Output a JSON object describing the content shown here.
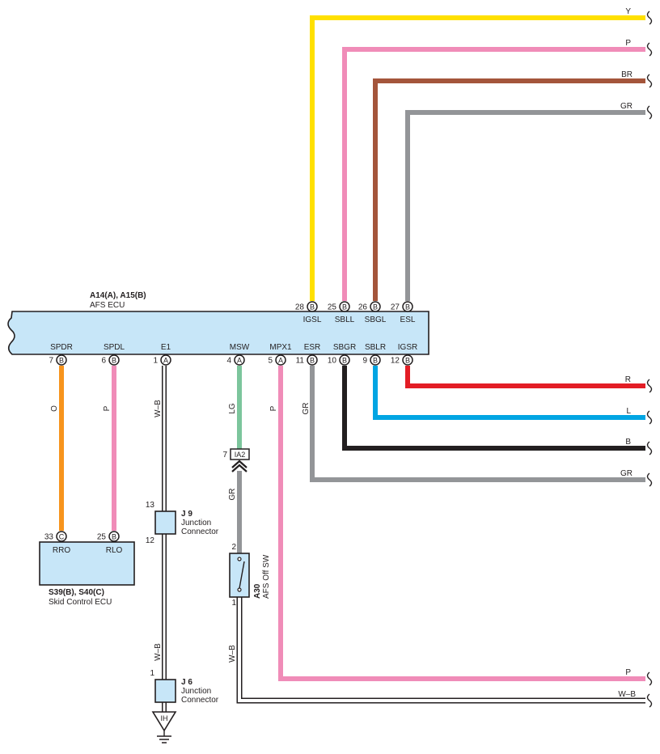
{
  "colors": {
    "ecu_fill": "#c7e6f8",
    "Y": "#ffe000",
    "P": "#f08cb8",
    "BR": "#a4553b",
    "GR": "#939598",
    "R": "#e31d25",
    "L": "#00a5e3",
    "B": "#231f20",
    "O": "#f7941d",
    "LG": "#7cc59c",
    "WB": "#231f20"
  },
  "ecu": {
    "code": "A14(A), A15(B)",
    "name": "AFS ECU",
    "top_pins": [
      {
        "num": "28",
        "conn": "B",
        "term": "IGSL",
        "wire": "Y"
      },
      {
        "num": "25",
        "conn": "B",
        "term": "SBLL",
        "wire": "P"
      },
      {
        "num": "26",
        "conn": "B",
        "term": "SBGL",
        "wire": "BR"
      },
      {
        "num": "27",
        "conn": "B",
        "term": "ESL",
        "wire": "GR"
      }
    ],
    "bottom_pins": [
      {
        "num": "7",
        "conn": "B",
        "term": "SPDR"
      },
      {
        "num": "6",
        "conn": "B",
        "term": "SPDL"
      },
      {
        "num": "1",
        "conn": "A",
        "term": "E1"
      },
      {
        "num": "4",
        "conn": "A",
        "term": "MSW"
      },
      {
        "num": "5",
        "conn": "A",
        "term": "MPX1"
      },
      {
        "num": "11",
        "conn": "B",
        "term": "ESR"
      },
      {
        "num": "10",
        "conn": "B",
        "term": "SBGR"
      },
      {
        "num": "9",
        "conn": "B",
        "term": "SBLR"
      },
      {
        "num": "12",
        "conn": "B",
        "term": "IGSR"
      }
    ]
  },
  "right_wires": [
    "Y",
    "P",
    "BR",
    "GR",
    "R",
    "L",
    "B",
    "GR",
    "P",
    "W–B"
  ],
  "wire_labels": {
    "spdr": "O",
    "spdl": "P",
    "e1": "W–B",
    "msw": "LG",
    "mpx1": "P",
    "esr": "GR",
    "ia2_sw": "GR",
    "sw_out": "W–B",
    "j9_j6": "W–B"
  },
  "skid": {
    "code": "S39(B), S40(C)",
    "name": "Skid Control ECU",
    "pins": [
      {
        "num": "33",
        "conn": "C",
        "term": "RRO"
      },
      {
        "num": "25",
        "conn": "B",
        "term": "RLO"
      }
    ]
  },
  "j9": {
    "code": "J 9",
    "line1": "Junction",
    "line2": "Connector",
    "pin_top": "13",
    "pin_bottom": "12"
  },
  "j6": {
    "code": "J 6",
    "line1": "Junction",
    "line2": "Connector",
    "pin_top": "1"
  },
  "ia2": {
    "code": "IA2",
    "pin": "7"
  },
  "sw": {
    "code": "A30",
    "name": "AFS Off SW",
    "pin_top": "2",
    "pin_bottom": "1"
  },
  "ground": {
    "code": "IH"
  }
}
